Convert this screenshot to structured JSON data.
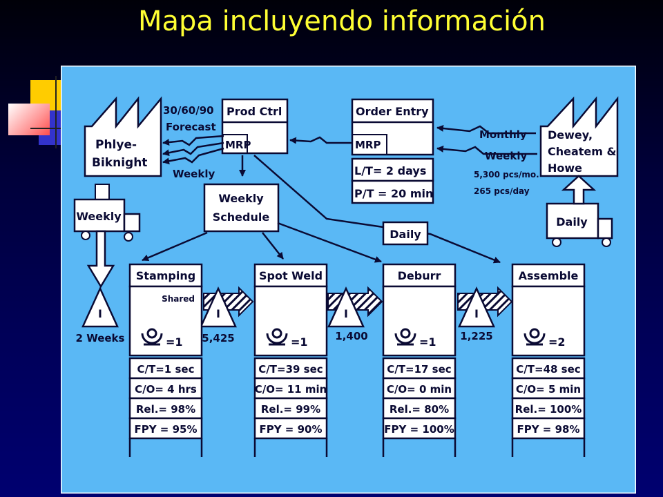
{
  "slide_title": "Mapa incluyendo información",
  "colors": {
    "background": "#00005a",
    "panel": "#5ab8f5",
    "box": "#ffffff",
    "ink": "#0a0a33",
    "title": "#ffff33"
  },
  "supplier": {
    "name_line1": "Phlye-",
    "name_line2": "Biknight"
  },
  "customer": {
    "name_line1": "Dewey,",
    "name_line2": "Cheatem &",
    "name_line3": "Howe",
    "demand_month": "5,300 pcs/mo.",
    "demand_day": "265 pcs/day"
  },
  "prod_ctrl": {
    "title": "Prod Ctrl",
    "system": "MRP"
  },
  "order_entry": {
    "title": "Order Entry",
    "system": "MRP",
    "lead_time": "L/T= 2 days",
    "process_time": "P/T = 20 min"
  },
  "flows": {
    "forecast_line1": "30/60/90",
    "forecast_line2": "Forecast",
    "supplier_weekly": "Weekly",
    "customer_monthly": "Monthly",
    "customer_weekly": "Weekly",
    "daily_to_assembly": "Daily"
  },
  "schedule": {
    "line1": "Weekly",
    "line2": "Schedule"
  },
  "trucks": {
    "inbound": "Weekly",
    "outbound": "Daily"
  },
  "inventory": [
    {
      "symbol": "I",
      "qty": "2 Weeks"
    },
    {
      "symbol": "I",
      "qty": "5,425"
    },
    {
      "symbol": "I",
      "qty": "1,400"
    },
    {
      "symbol": "I",
      "qty": "1,225"
    }
  ],
  "processes": [
    {
      "name": "Stamping",
      "note": "Shared",
      "operators": "=1",
      "ct": "C/T=1 sec",
      "co": "C/O= 4 hrs",
      "rel": "Rel.= 98%",
      "fpy": "FPY = 95%"
    },
    {
      "name": "Spot Weld",
      "note": "",
      "operators": "=1",
      "ct": "C/T=39 sec",
      "co": "C/O= 11 min",
      "rel": "Rel.= 99%",
      "fpy": "FPY = 90%"
    },
    {
      "name": "Deburr",
      "note": "",
      "operators": "=1",
      "ct": "C/T=17 sec",
      "co": "C/O= 0 min",
      "rel": "Rel.= 80%",
      "fpy": "FPY = 100%"
    },
    {
      "name": "Assemble",
      "note": "",
      "operators": "=2",
      "ct": "C/T=48 sec",
      "co": "C/O= 5 min",
      "rel": "Rel.= 100%",
      "fpy": "FPY = 98%"
    }
  ]
}
